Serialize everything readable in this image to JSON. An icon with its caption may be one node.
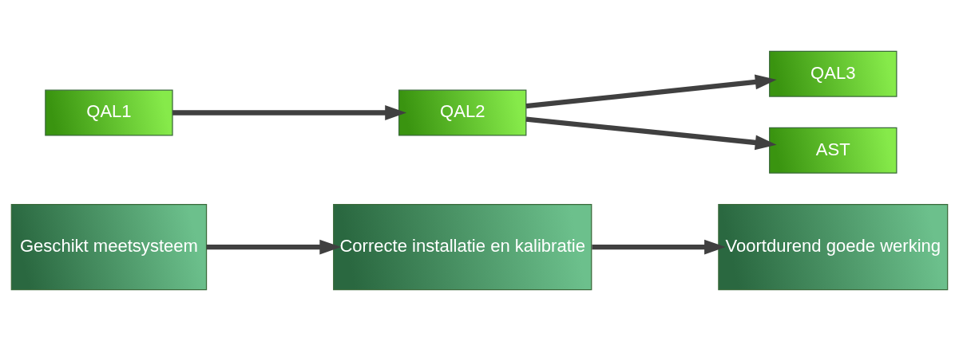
{
  "diagram": {
    "nodes": [
      {
        "text": [
          "Geschikt meetsysteem"
        ]
      },
      {
        "text": [
          "Correcte installatie en kalibratie"
        ]
      },
      {
        "text": [
          "Voortdurend goede werking"
        ]
      },
      {
        "text": [
          "QAL1"
        ]
      },
      {
        "text": [
          "QAL2"
        ]
      },
      {
        "text": [
          "QAL3"
        ]
      },
      {
        "text": [
          "AST"
        ]
      }
    ],
    "edges": [
      {
        "from": 0,
        "to": 1,
        "arrow": "to"
      },
      {
        "from": 1,
        "to": 2,
        "arrow": "to"
      },
      {
        "from": 3,
        "to": 4,
        "arrow": "to"
      },
      {
        "from": 4,
        "to": 5,
        "arrow": "to"
      },
      {
        "from": 4,
        "to": 6,
        "arrow": "to"
      }
    ]
  }
}
